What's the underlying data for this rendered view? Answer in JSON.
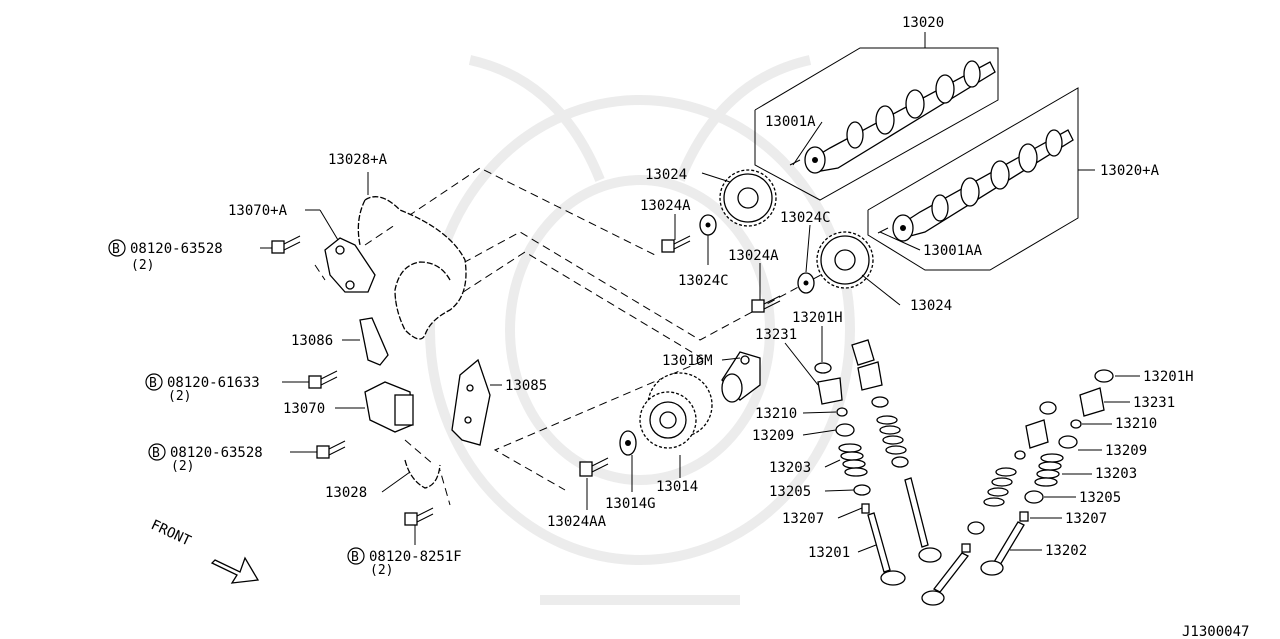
{
  "diagram_code": "J1300047",
  "front_label": "FRONT",
  "labels": {
    "camshaft_set": "13020",
    "camshaft_set_a": "13020+A",
    "dowel_a": "13001A",
    "dowel_aa": "13001AA",
    "sprocket_upper": "13024",
    "sprocket_lower": "13024",
    "sprocket_bolt_upper": "13024A",
    "sprocket_bolt_lower": "13024A",
    "washer_upper": "13024C",
    "washer_lower": "13024C",
    "chain_upper": "13028+A",
    "chain_lower": "13028",
    "tensioner_bracket": "13070+A",
    "tensioner": "13070",
    "slack_guide": "13086",
    "tension_guide": "13085",
    "crank_sprocket": "13014",
    "crank_washer": "13014G",
    "crank_bolt": "13024AA",
    "idler_shaft": "13016M",
    "shim_left": "13201H",
    "shim_right": "13201H",
    "lifter_left": "13231",
    "lifter_right": "13231",
    "collet_left": "13210",
    "collet_right": "13210",
    "retainer_left": "13209",
    "retainer_right": "13209",
    "spring_left": "13203",
    "spring_right": "13203",
    "seat_left": "13205",
    "seat_right": "13205",
    "seal_left": "13207",
    "seal_right": "13207",
    "intake_valve": "13201",
    "exhaust_valve": "13202"
  },
  "bolts": [
    {
      "code": "08120-63528",
      "qty": "(2)"
    },
    {
      "code": "08120-61633",
      "qty": "(2)"
    },
    {
      "code": "08120-63528",
      "qty": "(2)"
    },
    {
      "code": "08120-8251F",
      "qty": "(2)"
    }
  ],
  "bolt_marker": "B"
}
